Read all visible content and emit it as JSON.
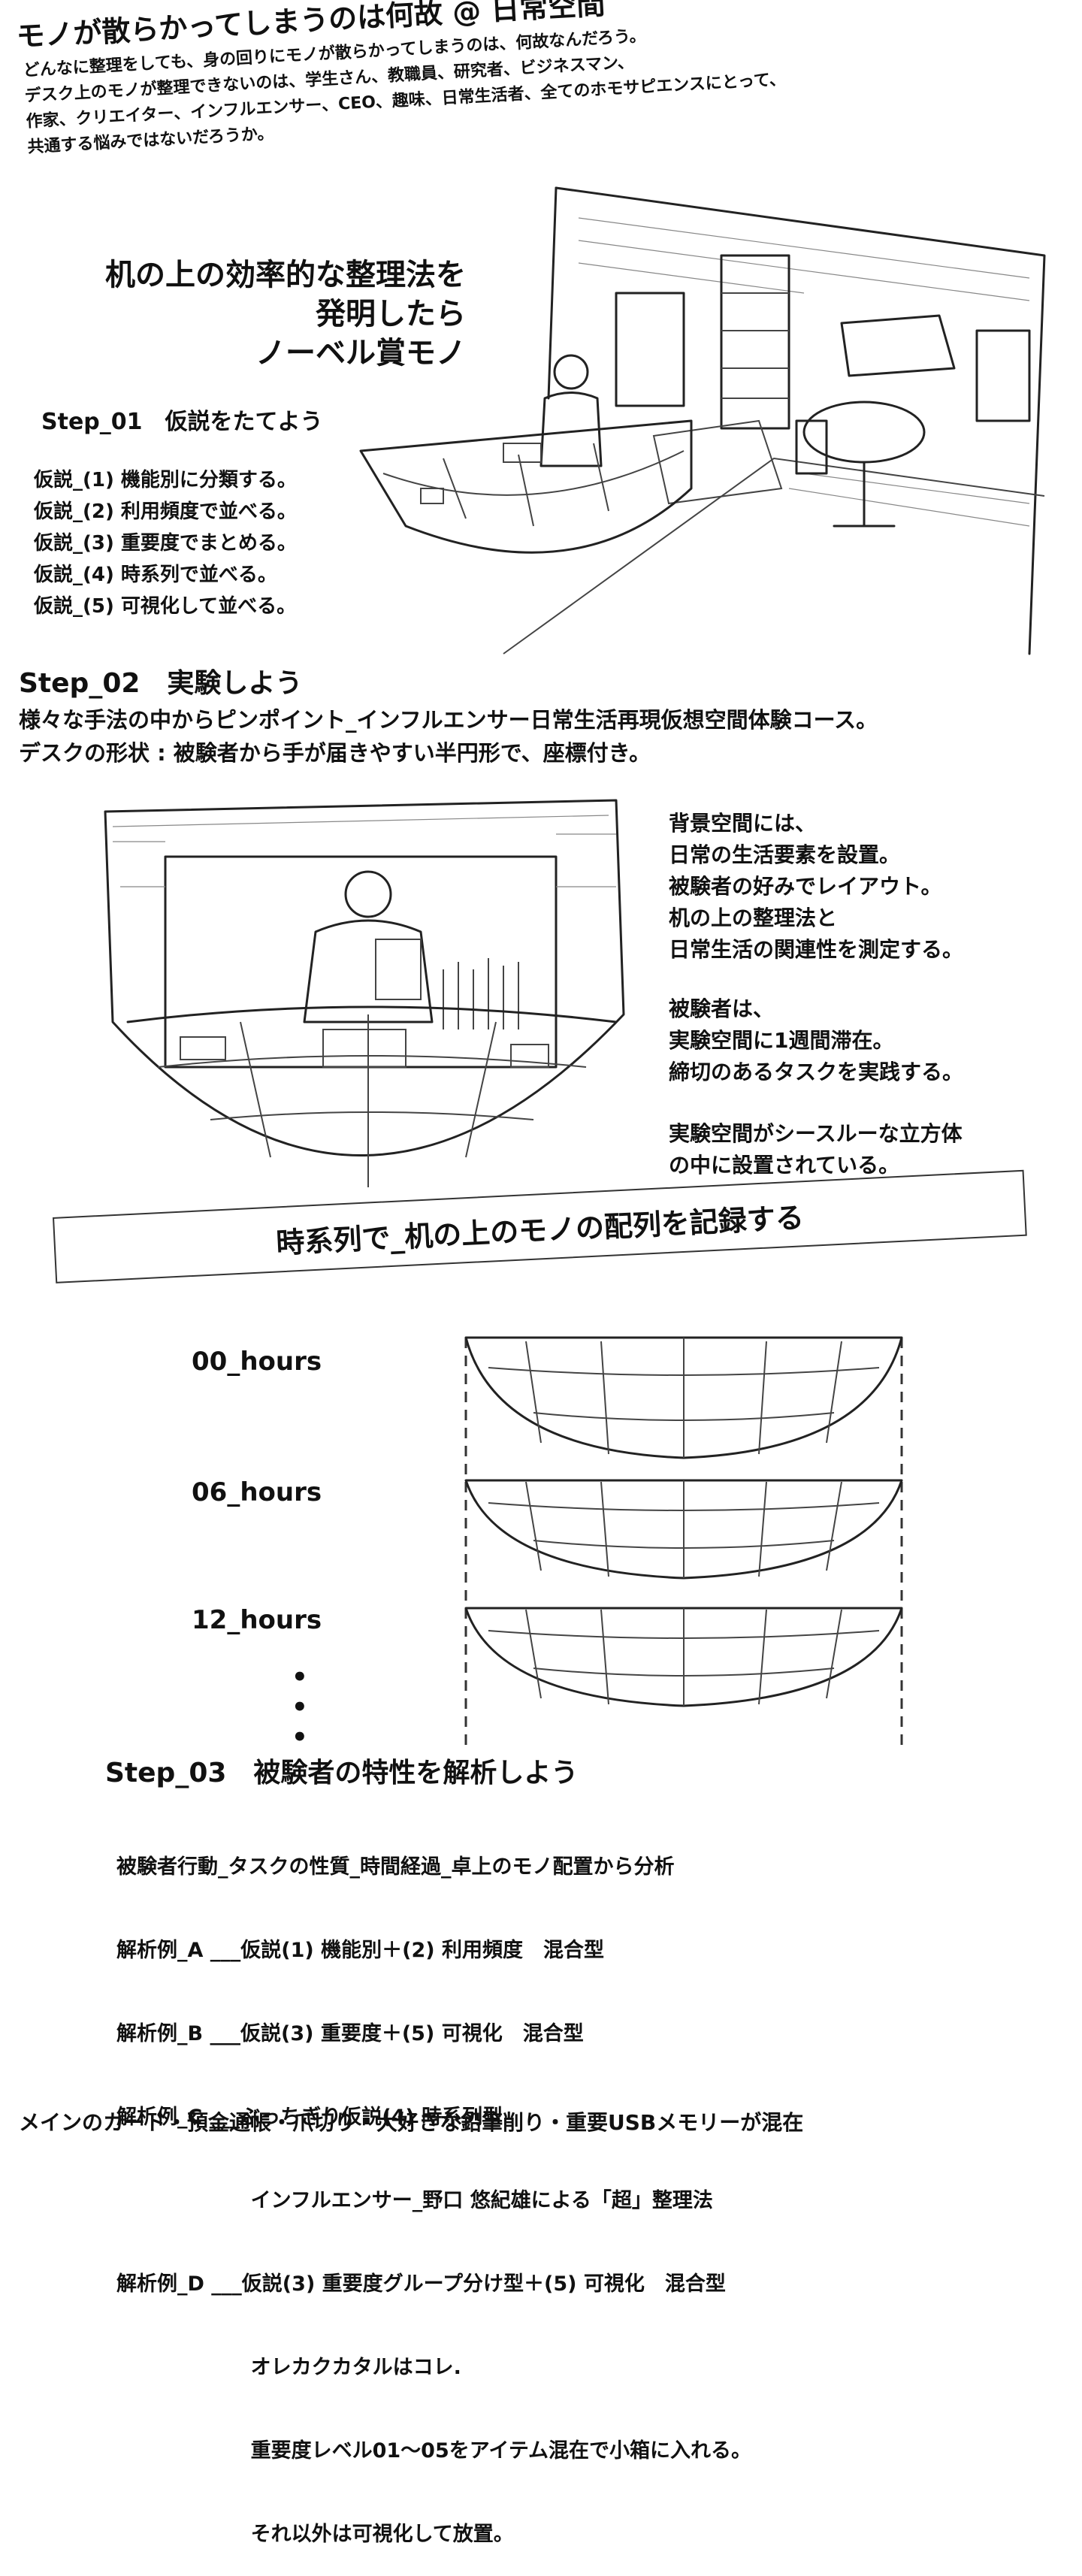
{
  "title": "モノが散らかってしまうのは何故 @ 日常空間",
  "intro_lines": [
    "どんなに整理をしても、身の回りにモノが散らかってしまうのは、何故なんだろう。",
    "デスク上のモノが整理できないのは、学生さん、教職員、研究者、ビジネスマン、",
    "作家、クリエイター、インフルエンサー、CEO、趣味、日常生活者、全てのホモサピエンスにとって、",
    "共通する悩みではないだろうか。"
  ],
  "headline_lines": [
    "机の上の効率的な整理法を",
    "発明したら",
    "ノーベル賞モノ"
  ],
  "step01": {
    "heading": "Step_01　仮説をたてよう",
    "hypotheses": [
      "仮説_(1) 機能別に分類する。",
      "仮説_(2)  利用頻度で並べる。",
      "仮説_(3) 重要度でまとめる。",
      "仮説_(4) 時系列で並べる。",
      "仮説_(5) 可視化して並べる。"
    ]
  },
  "step02": {
    "heading": "Step_02　実験しよう",
    "lines": [
      "様々な手法の中からピンポイント_インフルエンサー日常生活再現仮想空間体験コース。",
      "デスクの形状 : 被験者から手が届きやすい半円形で、座標付き。"
    ],
    "side_paragraphs": [
      [
        "背景空間には、",
        "日常の生活要素を設置。",
        "被験者の好みでレイアウト。",
        "机の上の整理法と",
        "日常生活の関連性を測定する。"
      ],
      [
        "被験者は、",
        "実験空間に1週間滞在。",
        "締切のあるタスクを実践する。"
      ],
      [
        "実験空間がシースルーな立方体",
        "の中に設置されている。"
      ]
    ],
    "banner": "時系列で_机の上のモノの配列を記録する",
    "time_labels": [
      "00_hours",
      "06_hours",
      "12_hours"
    ],
    "ellipsis": [
      "•",
      "•",
      "•"
    ]
  },
  "step03": {
    "heading": "Step_03　被験者の特性を解析しよう",
    "lines": [
      "被験者行動_タスクの性質_時間経過_卓上のモノ配置から分析",
      "解析例_A ___仮説(1) 機能別＋(2) 利用頻度　混合型",
      "解析例_B ___仮説(3) 重要度＋(5) 可視化　混合型",
      "解析例_C ___ぶっちぎり仮説(4) 時系列型",
      "                   インフルエンサー_野口 悠紀雄による「超」整理法",
      "解析例_D ___仮説(3) 重要度グループ分け型＋(5) 可視化　混合型",
      "                   オレカクカタルはコレ.",
      "                   重要度レベル01〜05をアイテム混在で小箱に入れる。",
      "                   それ以外は可視化して放置。"
    ],
    "footer": "メインのカード・預金通帳・爪切り・大好きな鉛筆削り・重要USBメモリーが混在"
  }
}
